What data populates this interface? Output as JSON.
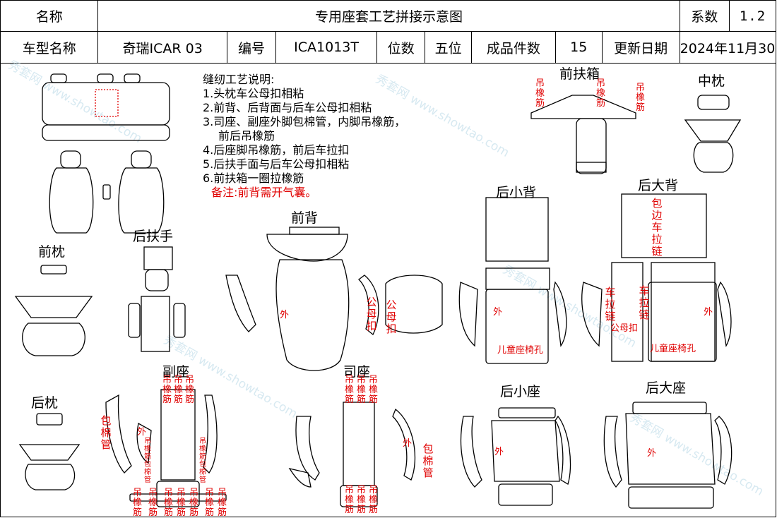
{
  "header": {
    "name_label": "名称",
    "title": "专用座套工艺拼接示意图",
    "coefficient_label": "系数",
    "coefficient_value": "1.2",
    "car_model_label": "车型名称",
    "car_model_value": "奇瑞ICAR 03",
    "code_label": "编号",
    "code_value": "ICA1013T",
    "seats_label": "位数",
    "seats_value": "五位",
    "pieces_label": "成品件数",
    "pieces_value": "15",
    "update_label": "更新日期",
    "update_value": "2024年11月30日"
  },
  "notes": {
    "title": "缝纫工艺说明:",
    "items": [
      "1.头枕车公母扣相粘",
      "2.前背、后背面与后车公母扣相粘",
      "3.司座、副座外脚包棉管，内脚吊橡筋，",
      "前后吊橡筋",
      "4.后座脚吊橡筋，前后车拉扣",
      "5.后扶手面与后车公母扣相粘",
      "6.前扶箱一圈拉橡筋"
    ],
    "remark": "备注:前背需开气囊。"
  },
  "sections": {
    "front_armrest_box": "前扶箱",
    "middle_headrest": "中枕",
    "rear_small_back": "后小背",
    "rear_big_back": "后大背",
    "front_back": "前背",
    "rear_armrest": "后扶手",
    "front_headrest": "前枕",
    "passenger_seat": "副座",
    "driver_seat": "司座",
    "rear_small_seat": "后小座",
    "rear_big_seat": "后大座",
    "rear_headrest": "后枕"
  },
  "annotations": {
    "hang_elastic": "吊橡筋",
    "outside": "外",
    "snap_fastener": "公母扣",
    "wrap_edge_zipper": "包边车拉链",
    "zipper": "车拉链",
    "child_seat_hole": "儿童座椅孔",
    "cotton_tube": "包棉管",
    "hang_elastic_wrap": "吊橡筋包棉管"
  },
  "watermark": "秀套网 www.showtao.com"
}
